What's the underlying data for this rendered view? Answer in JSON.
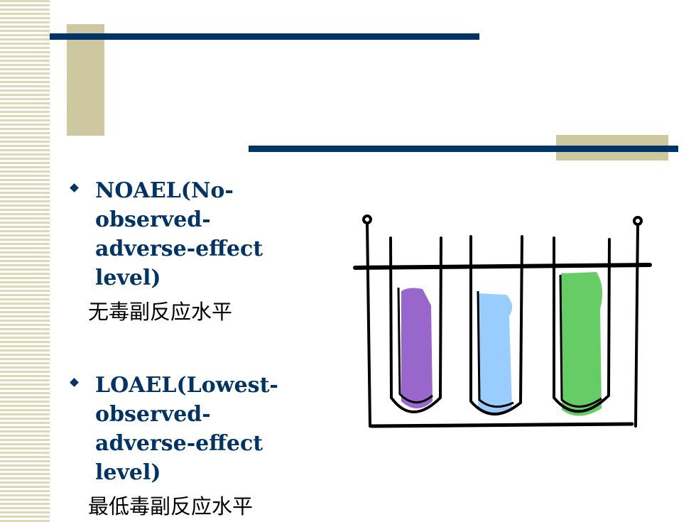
{
  "bullets": [
    {
      "text": "NOAEL(No-observed-adverse-effect level)",
      "sub": "无毒副反应水平"
    },
    {
      "text": "LOAEL(Lowest-observed-adverse-effect level)",
      "sub": "最低毒副反应水平"
    }
  ],
  "illustration": {
    "icon": "test-tube-rack",
    "tube_colors": [
      "#9966cc",
      "#99ccff",
      "#66cc66"
    ]
  },
  "colors": {
    "title_bar": "#003366",
    "accent_block": "#cdc8a0",
    "bullet_text": "#003366"
  }
}
